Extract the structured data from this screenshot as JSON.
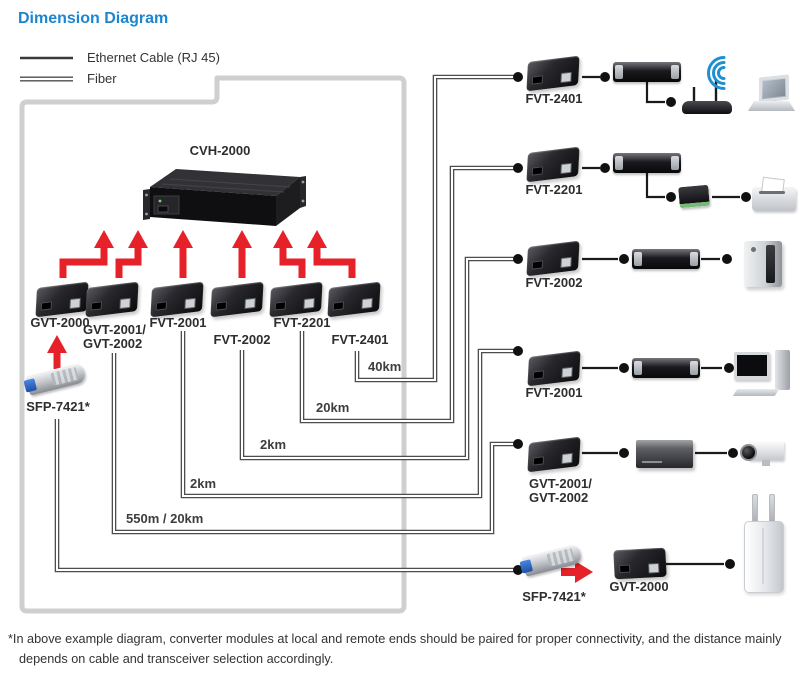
{
  "title": "Dimension Diagram",
  "legend": {
    "ethernet_label": "Ethernet Cable (RJ 45)",
    "fiber_label": "Fiber"
  },
  "chassis_label": "CVH-2000",
  "local_side": {
    "modules": [
      {
        "label": "GVT-2000"
      },
      {
        "label_line1": "GVT-2001/",
        "label_line2": "GVT-2002"
      },
      {
        "label": "FVT-2001"
      },
      {
        "label": "FVT-2002"
      },
      {
        "label": "FVT-2201"
      },
      {
        "label": "FVT-2401"
      }
    ],
    "sfp_label": "SFP-7421*"
  },
  "fiber_links": [
    {
      "from": "FVT-2401",
      "distance": "40km"
    },
    {
      "from": "FVT-2201",
      "distance": "20km"
    },
    {
      "from": "FVT-2002",
      "distance": "2km"
    },
    {
      "from": "FVT-2001",
      "distance": "2km"
    },
    {
      "from": "GVT-2001/GVT-2002",
      "distance": "550m / 20km"
    },
    {
      "from": "SFP-7421*",
      "distance": ""
    }
  ],
  "remote_side": {
    "rows": [
      {
        "module_label": "FVT-2401",
        "devices": [
          "ethernet-switch",
          "wireless-router",
          "laptop"
        ]
      },
      {
        "module_label": "FVT-2201",
        "devices": [
          "ethernet-switch",
          "print-server",
          "printer"
        ]
      },
      {
        "module_label": "FVT-2002",
        "devices": [
          "ethernet-switch",
          "pc-tower"
        ]
      },
      {
        "module_label": "FVT-2001",
        "devices": [
          "ethernet-switch",
          "desktop-pc"
        ]
      },
      {
        "module_label_line1": "GVT-2001/",
        "module_label_line2": "GVT-2002",
        "devices": [
          "video-server",
          "ip-camera"
        ]
      },
      {
        "sfp_label": "SFP-7421*",
        "module_label": "GVT-2000",
        "devices": [
          "access-point"
        ]
      }
    ]
  },
  "footnote_line1": "*In above example diagram, converter modules at local and remote ends should be paired for proper connectivity, and the distance mainly",
  "footnote_line2": "depends on cable and transceiver selection accordingly.",
  "colors": {
    "title_blue": "#1b87d1",
    "arrow_red": "#e62129",
    "wifi_blue": "#1d8fd2",
    "fiber_line": "#4d4d4d",
    "frame_gray": "#cfcfcf",
    "ethernet_line": "#1a1a1a"
  }
}
